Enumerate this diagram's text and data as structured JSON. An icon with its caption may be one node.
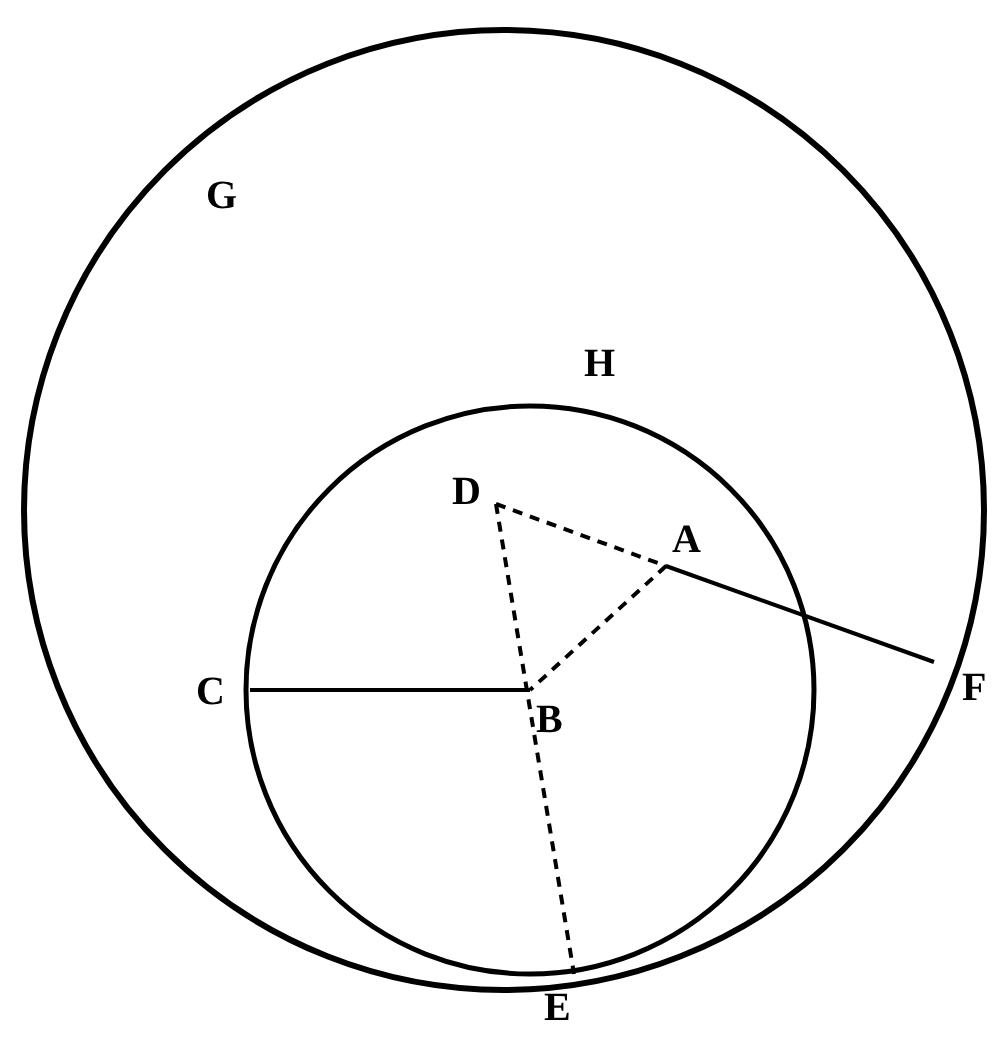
{
  "diagram": {
    "labels": [
      "G",
      "H",
      "D",
      "A",
      "C",
      "B",
      "F",
      "E"
    ]
  }
}
